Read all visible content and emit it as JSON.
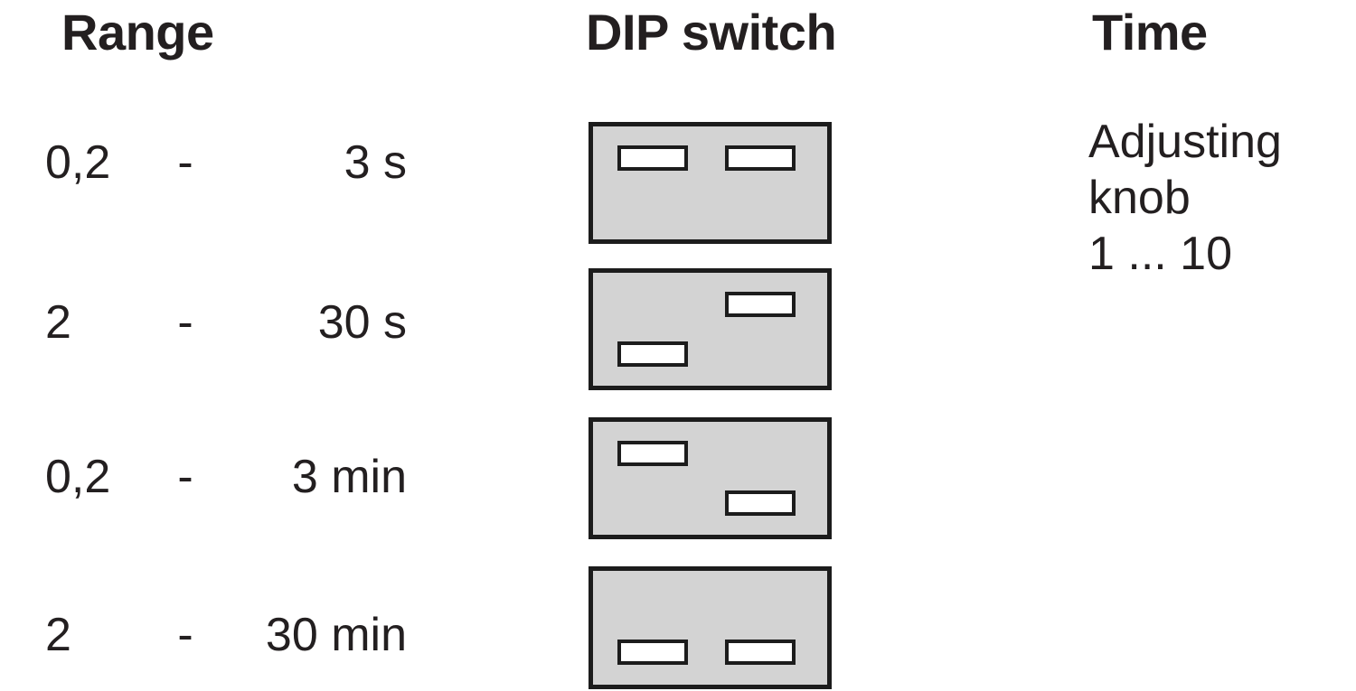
{
  "headers": {
    "range": "Range",
    "dip_switch": "DIP switch",
    "time": "Time"
  },
  "rows": [
    {
      "range_low": "0,2",
      "range_dash": "-",
      "range_high": "3 s",
      "switch": {
        "left": "up",
        "right": "up"
      }
    },
    {
      "range_low": "2",
      "range_dash": "-",
      "range_high": "30 s",
      "switch": {
        "left": "down",
        "right": "up"
      }
    },
    {
      "range_low": "0,2",
      "range_dash": "-",
      "range_high": "3 min",
      "switch": {
        "left": "up",
        "right": "down"
      }
    },
    {
      "range_low": "2",
      "range_dash": "-",
      "range_high": "30 min",
      "switch": {
        "left": "down",
        "right": "down"
      }
    }
  ],
  "time_column": {
    "line1": "Adjusting",
    "line2": "knob",
    "line3": "1 ... 10"
  },
  "colors": {
    "switch_body": "#d3d3d3",
    "switch_border": "#1c1c1c",
    "lever_fill": "#ffffff",
    "text": "#231f20",
    "background": "#ffffff"
  }
}
